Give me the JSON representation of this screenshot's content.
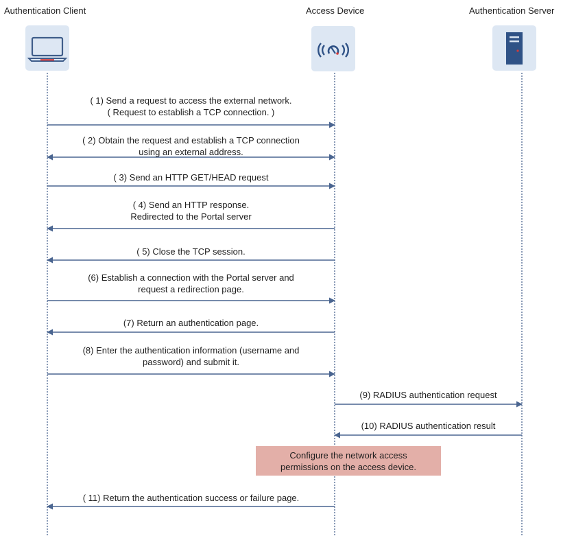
{
  "participants": {
    "client": {
      "label": "Authentication Client",
      "icon": "laptop-icon"
    },
    "device": {
      "label": "Access Device",
      "icon": "wireless-access-point-icon"
    },
    "server": {
      "label": "Authentication Server",
      "icon": "server-icon"
    }
  },
  "messages": [
    {
      "text": "( 1) Send a request to access the external network.\n( Request to establish a TCP connection. )",
      "from": "client",
      "to": "device"
    },
    {
      "text": "( 2) Obtain the request and establish a TCP connection\nusing an external address.",
      "from": "device",
      "to": "client",
      "bidirectional": true
    },
    {
      "text": "( 3) Send an HTTP GET/HEAD request",
      "from": "client",
      "to": "device"
    },
    {
      "text": "( 4) Send an HTTP response.\nRedirected to the Portal server",
      "from": "device",
      "to": "client"
    },
    {
      "text": "( 5) Close the TCP session.",
      "from": "device",
      "to": "client"
    },
    {
      "text": "(6) Establish a connection with the Portal server and\nrequest a redirection page.",
      "from": "client",
      "to": "device"
    },
    {
      "text": "(7) Return an authentication page.",
      "from": "device",
      "to": "client"
    },
    {
      "text": "(8) Enter the authentication information (username and\npassword) and submit it.",
      "from": "client",
      "to": "device"
    },
    {
      "text": "(9) RADIUS authentication request",
      "from": "device",
      "to": "server"
    },
    {
      "text": "(10) RADIUS authentication result",
      "from": "server",
      "to": "device"
    },
    {
      "text": "( 11) Return the authentication success or failure page.",
      "from": "device",
      "to": "client"
    }
  ],
  "note": {
    "text": "Configure the network access\npermissions on the access device."
  },
  "colors": {
    "arrow": "#4a6590",
    "lifeline": "#4a6590",
    "icon_tile": "#dde7f3",
    "laptop": "#3f5d8a",
    "laptop_accent": "#d23a3a",
    "server": "#2f5286",
    "note_fill": "#e3afa8"
  }
}
